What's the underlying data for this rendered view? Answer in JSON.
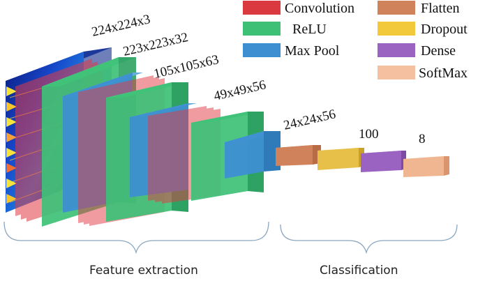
{
  "legend": {
    "convolution": {
      "label": "Convolution",
      "color": "#d9393f"
    },
    "relu": {
      "label": "ReLU",
      "color": "#3ec177"
    },
    "maxpool": {
      "label": "Max Pool",
      "color": "#3d8fd1"
    },
    "flatten": {
      "label": "Flatten",
      "color": "#d0825a"
    },
    "dropout": {
      "label": "Dropout",
      "color": "#f2c93b"
    },
    "dense": {
      "label": "Dense",
      "color": "#9a63c2"
    },
    "softmax": {
      "label": "SoftMax",
      "color": "#f4c0a0"
    }
  },
  "dimensions": {
    "input": "224x224x3",
    "conv1": "223x223x32",
    "pool1": "105x105x63",
    "pool2": "49x49x56",
    "pool3": "24x24x56",
    "dense": "100",
    "output": "8"
  },
  "sections": {
    "feature_extraction": "Feature extraction",
    "classification": "Classification"
  }
}
